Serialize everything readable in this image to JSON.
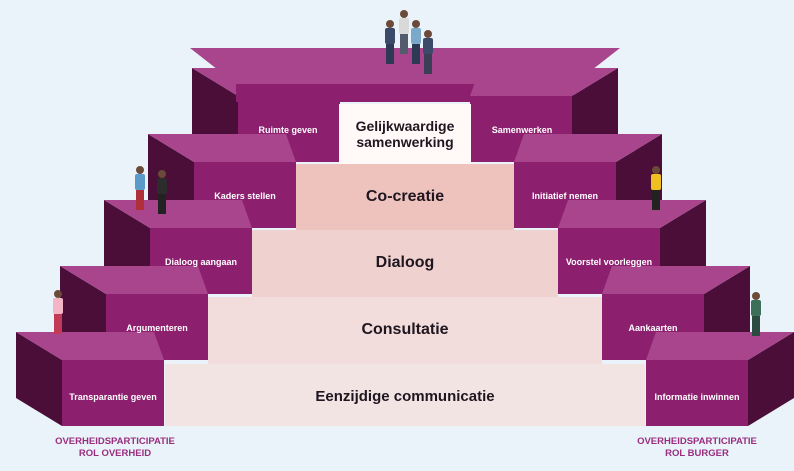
{
  "colors": {
    "background": "#e9f3f9",
    "riser": "#8c1f6e",
    "tread": "#a8458d",
    "shadow": "#4a0e38",
    "center_levels": [
      "#f3e4e4",
      "#f2dcdc",
      "#efd2d0",
      "#eec3be",
      "#fffaf8"
    ],
    "footer_text": "#9b2d7f"
  },
  "levels": [
    {
      "center": "Eenzijdige communicatie",
      "left": "Transparantie geven",
      "right": "Informatie inwinnen"
    },
    {
      "center": "Consultatie",
      "left": "Argumenteren",
      "right": "Aankaarten"
    },
    {
      "center": "Dialoog",
      "left": "Dialoog aangaan",
      "right": "Voorstel voorleggen"
    },
    {
      "center": "Co-creatie",
      "left": "Kaders stellen",
      "right": "Initiatief nemen"
    },
    {
      "center": "Gelijkwaardige samenwerking",
      "left": "Ruimte geven",
      "right": "Samenwerken"
    }
  ],
  "footer": {
    "left_line1": "OVERHEIDSPARTICIPATIE",
    "left_line2": "ROL OVERHEID",
    "right_line1": "OVERHEIDSPARTICIPATIE",
    "right_line2": "ROL BURGER"
  }
}
